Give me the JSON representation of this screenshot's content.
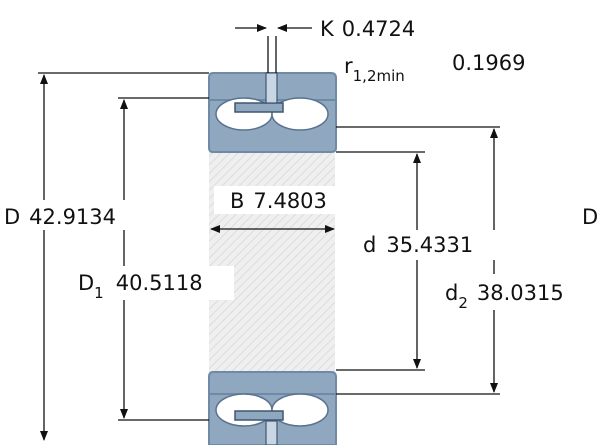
{
  "dimensions": {
    "K": {
      "symbol": "K",
      "value": "0.4724"
    },
    "r": {
      "symbol": "r",
      "subscript": "1,2min",
      "value": "0.1969"
    },
    "D": {
      "symbol": "D",
      "value": "42.9134"
    },
    "B": {
      "symbol": "B",
      "value": "7.4803"
    },
    "d": {
      "symbol": "d",
      "value": "35.4331"
    },
    "D1": {
      "symbol": "D",
      "subscript": "1",
      "value": "40.5118"
    },
    "d2": {
      "symbol": "d",
      "subscript": "2",
      "value": "38.0315"
    },
    "Da_cut": {
      "symbol": "D"
    }
  },
  "colors": {
    "ring": "#8fa7bf",
    "ring_edge": "#6f8aa6",
    "bore": "#eeeeee",
    "line": "#111111",
    "background": "#ffffff"
  }
}
